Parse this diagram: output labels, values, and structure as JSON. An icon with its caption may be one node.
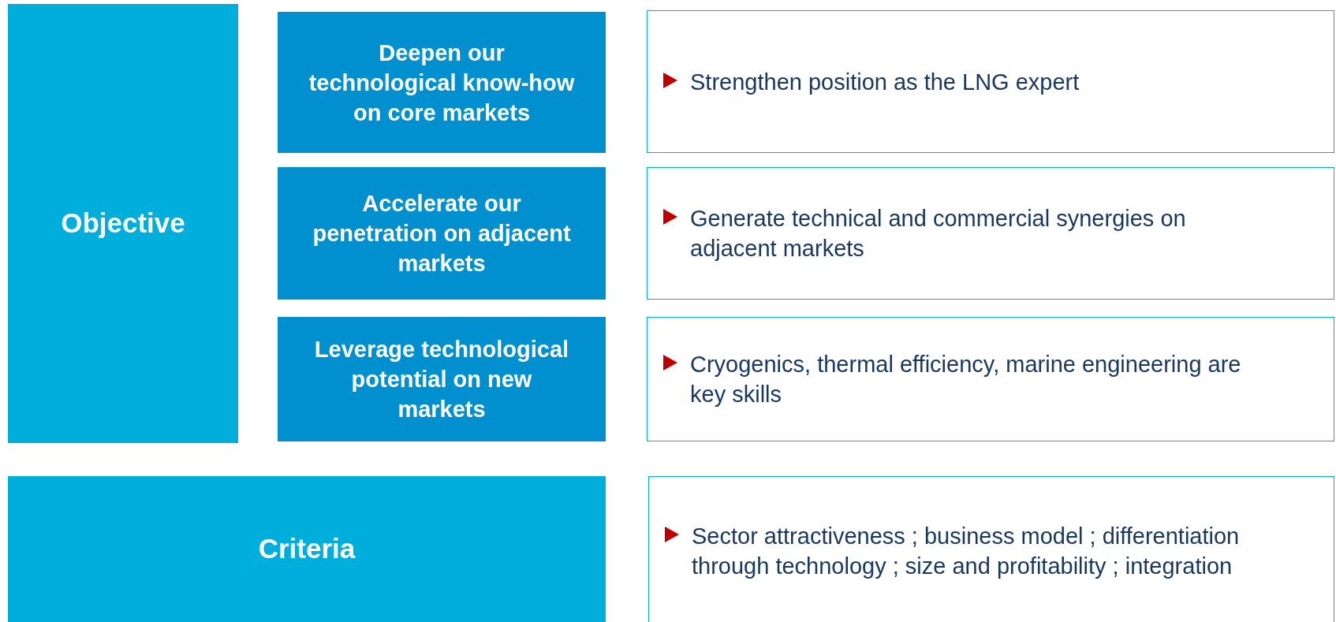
{
  "diagram": {
    "nodes": [
      {
        "text": [
          "Objective"
        ]
      },
      {
        "text": [
          "Deepen our technological know-how on core markets"
        ]
      },
      {
        "text": [
          "Accelerate our penetration on adjacent markets"
        ]
      },
      {
        "text": [
          "Leverage technological potential on new markets"
        ]
      },
      {
        "text": [
          "Strengthen position as the LNG expert"
        ]
      },
      {
        "text": [
          "Generate technical and commercial synergies on adjacent markets"
        ]
      },
      {
        "text": [
          "Cryogenics, thermal efficiency, marine engineering are key skills"
        ]
      },
      {
        "text": [
          "Criteria"
        ]
      },
      {
        "text": [
          "Sector attractiveness ; business model ; differentiation through technology ; size and profitability ; integration"
        ]
      }
    ]
  }
}
